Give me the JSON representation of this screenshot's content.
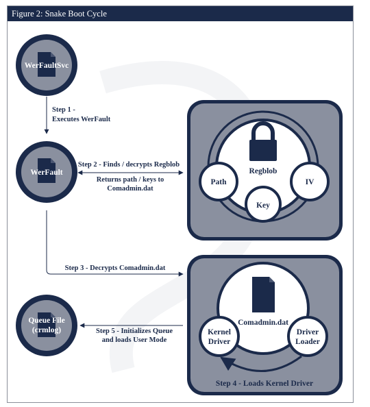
{
  "figure": {
    "title": "Figure 2: Snake Boot Cycle"
  },
  "colors": {
    "navy": "#1b2a4a",
    "slate": "#8a909f",
    "white": "#ffffff"
  },
  "nodes": {
    "werfaultsvc": {
      "label": "WerFaultSvc",
      "icon": "document-icon"
    },
    "werfault": {
      "label": "WerFault",
      "icon": "document-icon"
    },
    "queue_file": {
      "line1": "Queue File",
      "line2": "(crmlog)",
      "icon": "document-icon"
    }
  },
  "regblob_box": {
    "center_label": "Regblob",
    "center_icon": "padlock-icon",
    "satellites": {
      "path": "Path",
      "iv": "IV",
      "key": "Key"
    }
  },
  "comadmin_box": {
    "center_label": "Comadmin.dat",
    "center_icon": "document-icon",
    "kernel_driver": {
      "line1": "Kernel",
      "line2": "Driver"
    },
    "driver_loader": {
      "line1": "Driver",
      "line2": "Loader"
    },
    "loop_label": "Step 4 - Loads Kernel Driver"
  },
  "steps": {
    "step1": {
      "line1": "Step 1 -",
      "line2": "Executes WerFault"
    },
    "step2": {
      "line1": "Step 2 - Finds / decrypts Regblob",
      "line2": "Returns path / keys to",
      "line3": "Comadmin.dat"
    },
    "step3": {
      "label": "Step 3 - Decrypts Comadmin.dat"
    },
    "step5": {
      "line1": "Step 5 - Initializes Queue",
      "line2": "and loads User Mode"
    }
  }
}
